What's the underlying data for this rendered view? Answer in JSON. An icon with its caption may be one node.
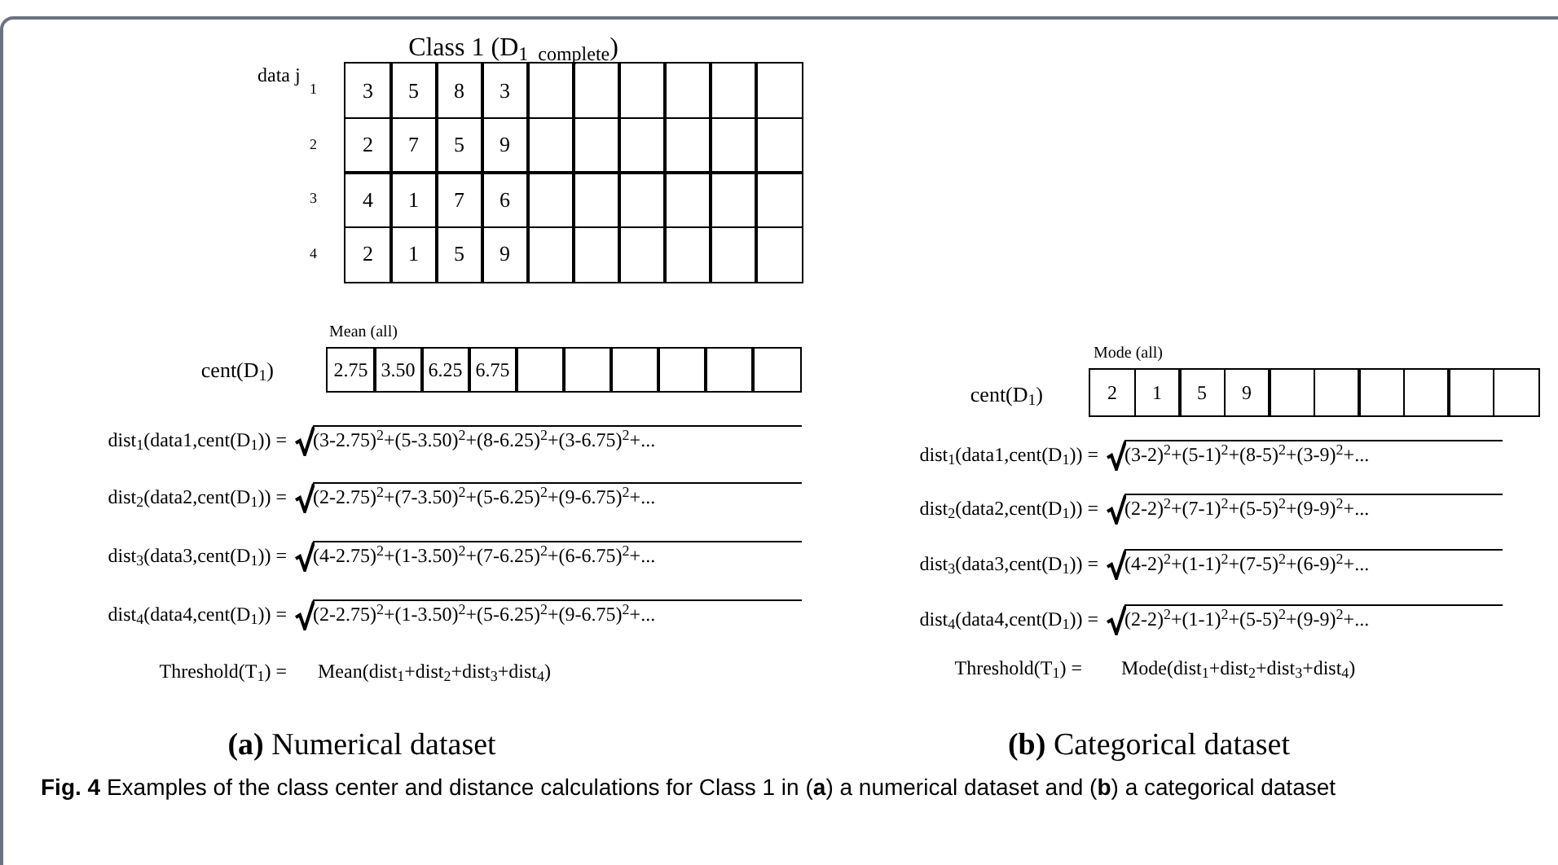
{
  "diagram": {
    "caption": "**Fig. 4**  Examples of the class center and distance calculations for Class 1 in (**a**) a numerical dataset and (**b**) a categorical dataset",
    "labels": [
      "Class 1 (D$_{1_complete}$)",
      "data j",
      "1",
      "3",
      "5",
      "8",
      "3",
      "2",
      "2",
      "7",
      "5",
      "9",
      "3",
      "4",
      "1",
      "7",
      "6",
      "4",
      "2",
      "1",
      "5",
      "9",
      "Mean (all)",
      "cent(D$_{1}$)",
      "2.75",
      "3.50",
      "6.25",
      "6.75",
      "dist$_{1}$(data1,cent(D$_{1}$)) =",
      "(3-2.75)$^{2}$+(5-3.50)$^{2}$+(8-6.25)$^{2}$+(3-6.75)$^{2}$+...",
      "dist$_{2}$(data2,cent(D$_{1}$)) =",
      "(2-2.75)$^{2}$+(7-3.50)$^{2}$+(5-6.25)$^{2}$+(9-6.75)$^{2}$+...",
      "dist$_{3}$(data3,cent(D$_{1}$)) =",
      "(4-2.75)$^{2}$+(1-3.50)$^{2}$+(7-6.25)$^{2}$+(6-6.75)$^{2}$+...",
      "dist$_{4}$(data4,cent(D$_{1}$)) =",
      "(2-2.75)$^{2}$+(1-3.50)$^{2}$+(5-6.25)$^{2}$+(9-6.75)$^{2}$+...",
      "Threshold(T$_{1}$) =",
      "Mean(dist$_{1}$+dist$_{2}$+dist$_{3}$+dist$_{4}$)",
      "Mode (all)",
      "cent(D$_{1}$)",
      "2",
      "1",
      "5",
      "9",
      "dist$_{1}$(data1,cent(D$_{1}$)) =",
      "(3-2)$^{2}$+(5-1)$^{2}$+(8-5)$^{2}$+(3-9)$^{2}$+...",
      "dist$_{2}$(data2,cent(D$_{1}$)) =",
      "(2-2)$^{2}$+(7-1)$^{2}$+(5-5)$^{2}$+(9-9)$^{2}$+...",
      "dist$_{3}$(data3,cent(D$_{1}$)) =",
      "(4-2)$^{2}$+(1-1)$^{2}$+(7-5)$^{2}$+(6-9)$^{2}$+...",
      "dist$_{4}$(data4,cent(D$_{1}$)) =",
      "(2-2)$^{2}$+(1-1)$^{2}$+(5-5)$^{2}$+(9-9)$^{2}$+...",
      "Threshold(T$_{1}$) =",
      "Mode(dist$_{1}$+dist$_{2}$+dist$_{3}$+dist$_{4}$)",
      "**(a)** Numerical dataset",
      "**(b)** Categorical dataset"
    ]
  }
}
